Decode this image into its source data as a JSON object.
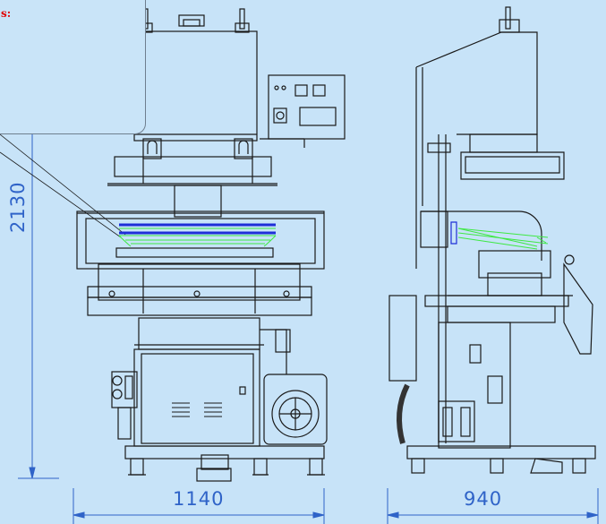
{
  "callout": {
    "label": "s:"
  },
  "dimensions": {
    "height": "2130",
    "front_width": "1140",
    "side_depth": "940"
  },
  "colors": {
    "background": "#c7e3f8",
    "line": "#1a1a1a",
    "dimension": "#2f63c8",
    "callout_text": "#e00000",
    "brush_blue": "#1e2fd8",
    "brush_green": "#3ee843"
  }
}
